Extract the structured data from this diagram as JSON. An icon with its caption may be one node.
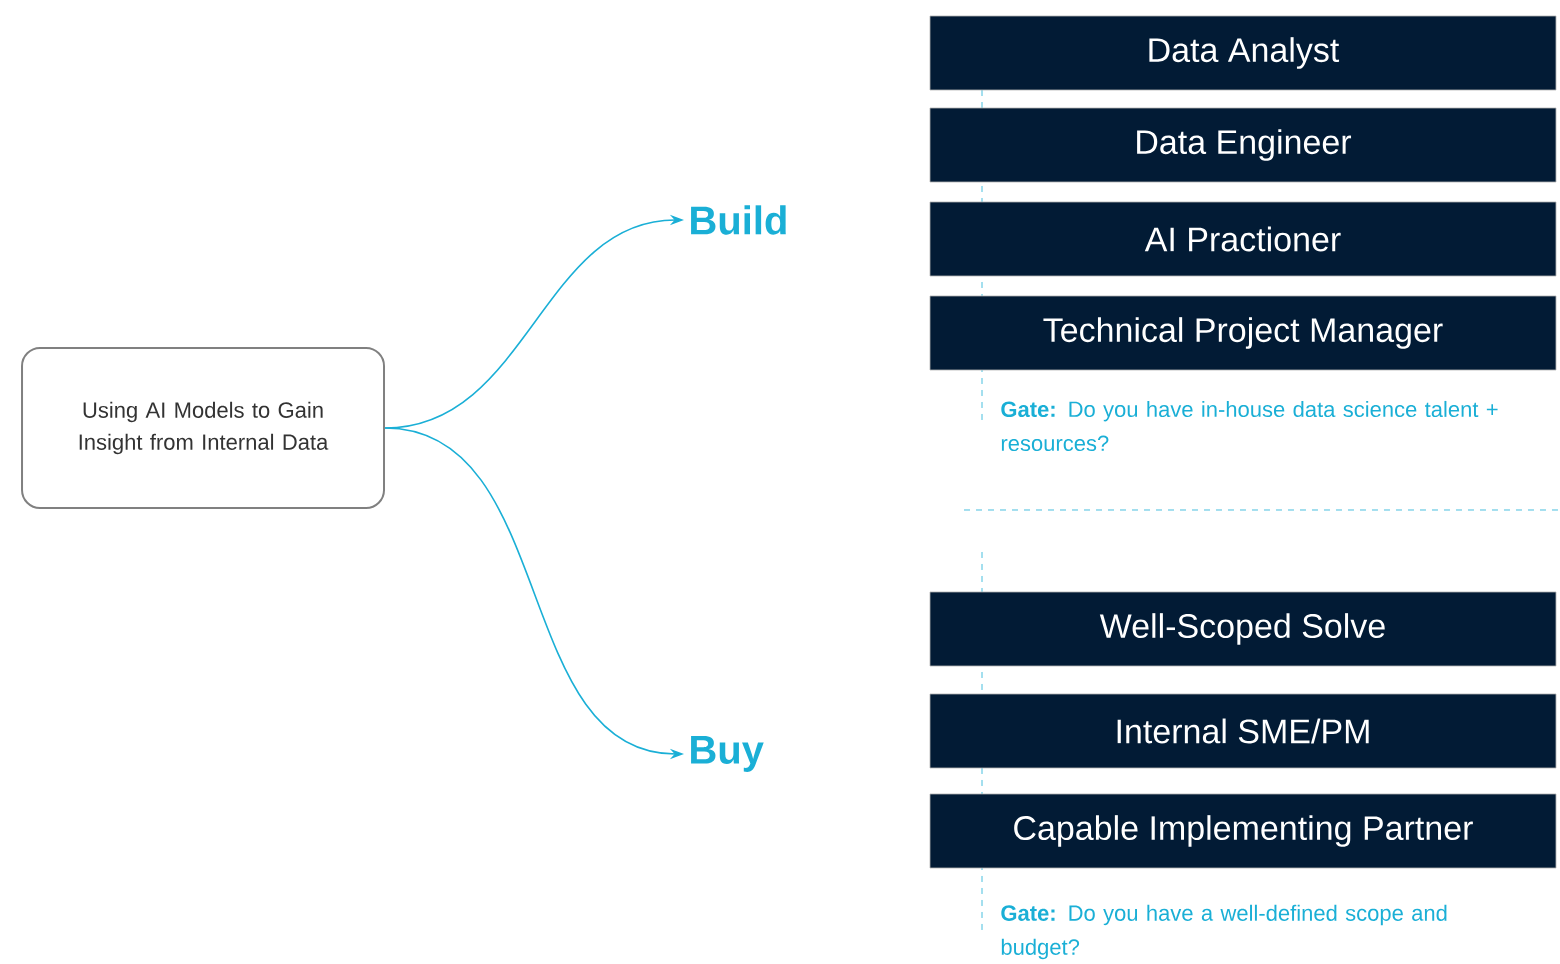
{
  "diagram": {
    "nodes": [
      {
        "text": [
          "Using AI Models to Gain Insight from Internal Data"
        ]
      },
      {
        "text": [
          "Build"
        ]
      },
      {
        "text": [
          "Buy"
        ]
      },
      {
        "text": [
          "Data Analyst"
        ]
      },
      {
        "text": [
          "Data Engineer"
        ]
      },
      {
        "text": [
          "AI Practioner"
        ]
      },
      {
        "text": [
          "Technical Project Manager"
        ]
      },
      {
        "text": [
          "Well-Scoped Solve"
        ]
      },
      {
        "text": [
          "Internal SME/PM"
        ]
      },
      {
        "text": [
          "Capable Implementing Partner"
        ]
      }
    ],
    "edges": [
      {
        "from": 0,
        "to": 1,
        "arrow": "to"
      },
      {
        "from": 0,
        "to": 2,
        "arrow": "to"
      }
    ],
    "labels": [
      "**Gate:** Do you have in-house data science talent + resources?",
      "**Gate:** Do you have a well-defined scope and budget?"
    ]
  }
}
